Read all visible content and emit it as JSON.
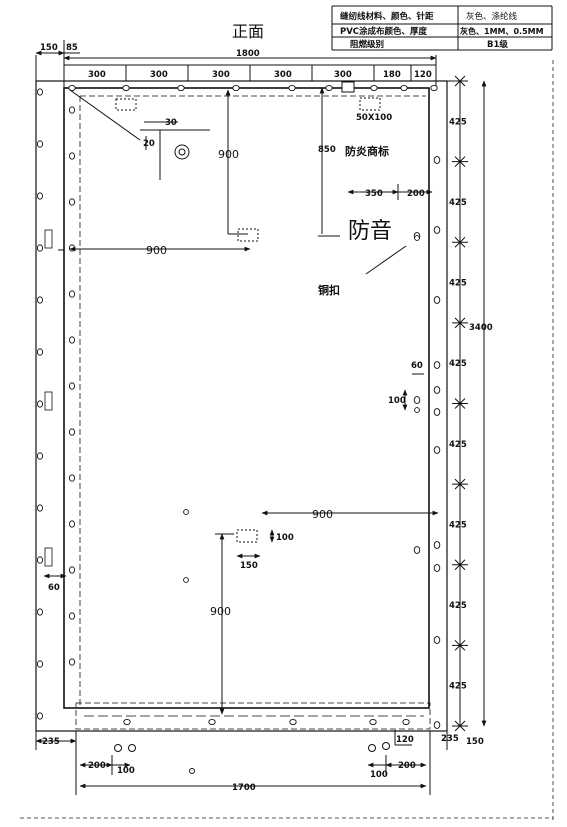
{
  "title": "正面",
  "spec_table": {
    "rows": [
      {
        "label": "缝纫线材料、颜色、针距",
        "value": "灰色、涤纶线"
      },
      {
        "label": "PVC涂成布颜色、厚度",
        "value": "灰色、1MM、0.5MM"
      },
      {
        "label": "阻燃级别",
        "value": "B1级"
      }
    ]
  },
  "labels": {
    "trademark": "防炎商标",
    "trademark_size": "50X100",
    "soundproof": "防音",
    "copper_buckle": "铜扣"
  },
  "top_dims": {
    "left_margin": "150",
    "left_offset": "85",
    "total_width": "1800",
    "segments": [
      "300",
      "300",
      "300",
      "300",
      "300",
      "180",
      "120"
    ]
  },
  "right_dims": {
    "total_height": "3400",
    "segments": [
      "425",
      "425",
      "425",
      "425",
      "425",
      "425",
      "425",
      "425"
    ]
  },
  "inner_dims": {
    "hole_x": "30",
    "hole_y": "20",
    "v900_top": "900",
    "v850": "850",
    "h900_left": "900",
    "d350": "350",
    "d200_top": "200",
    "d60_right": "60",
    "d100_right": "100",
    "h900_right": "900",
    "d100_label": "100",
    "d150_label": "150",
    "v900_bottom": "900",
    "d60_left": "60"
  },
  "bottom_dims": {
    "left_235": "235",
    "right_235": "235",
    "right_150": "150",
    "d120": "120",
    "d200_left": "200",
    "d100_left": "100",
    "d100_right": "100",
    "d200_right": "200",
    "total_width": "1700"
  }
}
